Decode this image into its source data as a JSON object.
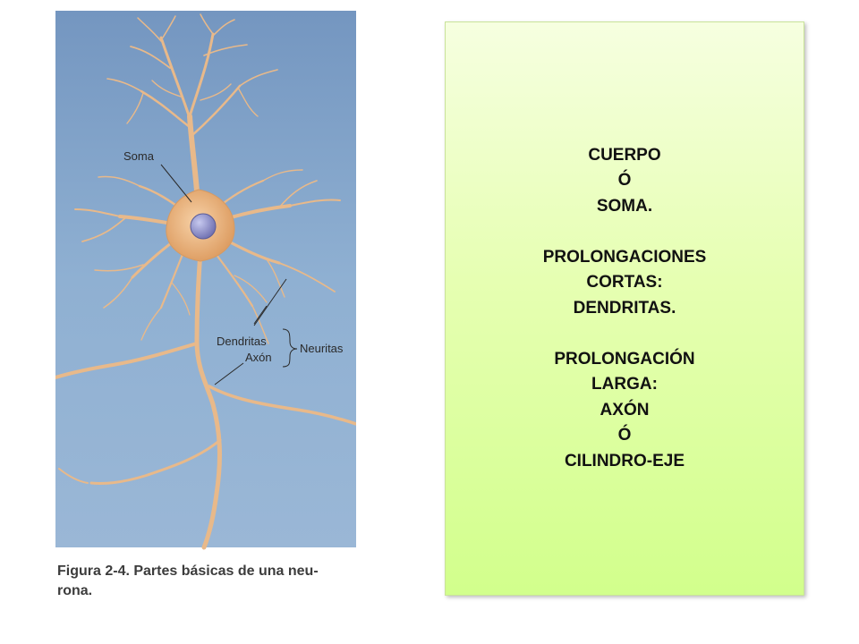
{
  "figure": {
    "labels": {
      "soma": "Soma",
      "dendritas": "Dendritas",
      "axon": "Axón",
      "neuritas": "Neuritas"
    },
    "caption_line1": "Figura 2-4. Partes básicas de una neu-",
    "caption_line2": "rona."
  },
  "panel": {
    "lines": [
      "CUERPO",
      "Ó",
      "SOMA.",
      "",
      "PROLONGACIONES",
      "CORTAS:",
      "DENDRITAS.",
      "",
      "PROLONGACIÓN",
      "LARGA:",
      "AXÓN",
      "Ó",
      "CILINDRO-EJE"
    ]
  },
  "colors": {
    "figure_bg": "#7f9fc3",
    "neuron": "#e8b98a",
    "nucleus": "#8c8ec8",
    "panel_bg": "#dcff9e"
  }
}
